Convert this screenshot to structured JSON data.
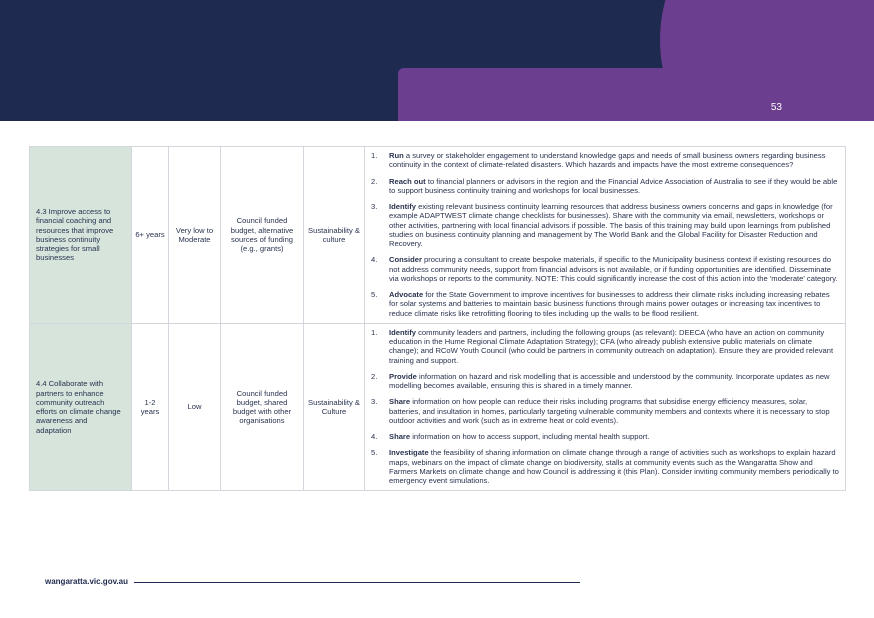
{
  "page": {
    "number": "53",
    "footer_url": "wangaratta.vic.gov.au"
  },
  "rows": [
    {
      "objective": "4.3 Improve access to financial coaching and resources that improve business continuity strategies for small businesses",
      "timeframe": "6+ years",
      "cost": "Very low to Moderate",
      "funding": "Council funded budget, alternative sources of funding (e.g., grants)",
      "owner": "Sustainability & culture",
      "steps": [
        {
          "num": "1.",
          "verb": "Run",
          "text": " a survey or stakeholder engagement to understand knowledge gaps and needs of small business owners regarding business continuity in the context of climate-related disasters. Which hazards and impacts have the most extreme consequences?"
        },
        {
          "num": "2.",
          "verb": "Reach out",
          "text": " to financial planners or advisors in the region and the Financial Advice Association of Australia to see if they would be able to support business continuity training and workshops for local businesses."
        },
        {
          "num": "3.",
          "verb": "Identify",
          "text": " existing relevant business continuity learning resources that address business owners concerns and gaps in knowledge (for example ADAPTWEST climate change checklists for businesses). Share with the community via email, newsletters, workshops or other activities, partnering with local financial advisors if possible. The basis of this training may build upon learnings from published studies on business continuity planning and management by The World Bank and the Global Facility for Disaster Reduction and Recovery."
        },
        {
          "num": "4.",
          "verb": "Consider",
          "text": " procuring a consultant to create bespoke materials, if specific to the Municipality business context if existing resources do not address community needs, support from financial advisors is not available, or if funding opportunities are identified. Disseminate via workshops or reports to the community. NOTE: This could significantly increase the cost of this action into the 'moderate' category."
        },
        {
          "num": "5.",
          "verb": "Advocate",
          "text": " for the State Government to improve incentives for businesses to address their climate risks including increasing rebates for solar systems and batteries to maintain basic business functions through mains power outages or increasing tax incentives to reduce climate risks like retrofitting flooring to tiles including up the walls to be flood resilient."
        }
      ]
    },
    {
      "objective": "4.4 Collaborate with partners to enhance community outreach efforts on climate change awareness and adaptation",
      "timeframe": "1-2 years",
      "cost": "Low",
      "funding": "Council funded budget, shared budget with other organisations",
      "owner": "Sustainability & Culture",
      "steps": [
        {
          "num": "1.",
          "verb": "Identify",
          "text": " community leaders and partners, including the following groups (as relevant): DEECA (who have an action on community education in the Hume Regional Climate Adaptation Strategy); CFA (who already publish extensive public materials on climate change); and RCoW Youth Council (who could be partners in community outreach on adaptation). Ensure they are provided relevant training and support."
        },
        {
          "num": "2.",
          "verb": "Provide",
          "text": " information on hazard and risk modelling that is accessible and understood by the community. Incorporate updates as new modelling becomes available, ensuring this is shared in a timely manner."
        },
        {
          "num": "3.",
          "verb": "Share",
          "text": " information on how people can reduce their risks including programs that subsidise energy efficiency measures, solar, batteries, and insultation in homes, particularly targeting vulnerable community members and contexts where it is necessary to stop outdoor activities and work (such as in extreme heat or cold events)."
        },
        {
          "num": "4.",
          "verb": "Share",
          "text": " information on how to access support, including mental health support."
        },
        {
          "num": "5.",
          "verb": "Investigate",
          "text": " the feasibility of sharing information on climate change through a range of activities such as workshops to explain hazard maps, webinars on the impact of climate change on biodiversity, stalls at community events such as the Wangaratta Show and Farmers Markets on climate change and how Council is addressing it (this Plan). Consider inviting community members periodically to emergency event simulations."
        }
      ]
    }
  ]
}
